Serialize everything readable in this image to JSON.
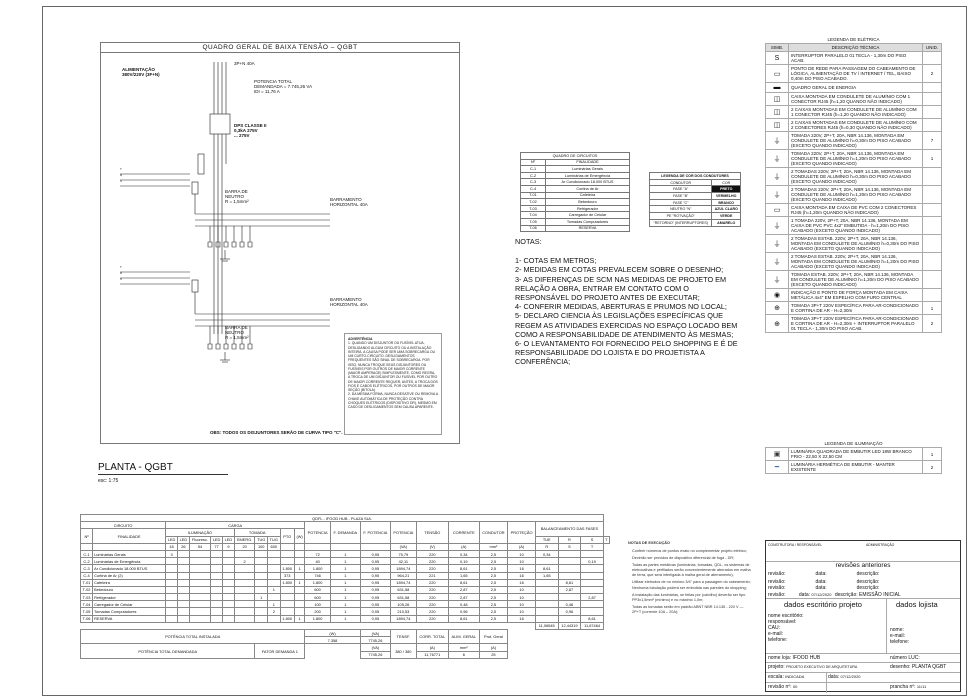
{
  "diagram": {
    "title": "QUADRO GERAL DE BAIXA TENSÃO – QGBT",
    "alim_label": "ALIMENTAÇÃO\n380V/220V (3F+N)",
    "potencia_label": "POTENCIA TOTAL\nDEMANDADA = 7.745,26 VA\nIDI = 11,76 A",
    "dps_label": "3P+N 40A",
    "disj_label": "DPS CLASSE II\n0,3kA 275V\n... 275V",
    "barra_neutro": "BARRA DE\nNEUTRO\nR = 1,5mm²",
    "barra_horiz": "BARRAMENTO\nHORIZONTAL 40A",
    "obs": "OBS: TODOS OS DISJUNTORES SERÃO DE CURVA TIPO \"C\".",
    "warning_title": "ADVERTÊNCIA",
    "warning_text": "1. QUANDO UM DISJUNTOR OU FUSÍVEL ATUA, DESLIGANDO ALGUM CIRCUITO OU A INSTALAÇÃO INTEIRA, A CAUSA PODE SER UMA SOBRECARGA OU UM CURTO-CIRCUITO. DESLIGAMENTOS FREQUENTES SÃO SINAL DE SOBRECARGA. POR ISSO, NUNCA TROQUE SEUS DISJUNTORES OU FUSÍVEIS POR OUTROS DE MAIOR CORRENTE (MAIOR AMPERAGE) SIMPLESMENTE. COMO REGRA, A TROCA DE UM DISJUNTOR OU FUSÍVEL POR OUTRO DE MAIOR CORRENTE REQUER, ANTES, A TROCA DOS FIOS E CABOS ELÉTRICOS, POR OUTROS DE MAIOR SEÇÃO (BITOLA).\n2. DA MESMA FORMA, NUNCA DESATIVE OU REMOVA A CHAVE AUTOMÁTICA DE PROTEÇÃO CONTRA CHOQUES ELÉTRICOS (DISPOSITIVO DR), MESMO EM CASO DE DESLIGAMENTOS SEM CAUSA APARENTE."
  },
  "planta": {
    "title": "PLANTA - QGBT",
    "escala": "esc: 1:75"
  },
  "quadro_circuitos": {
    "title": "QUADRO DE CIRCUITOS",
    "headers": [
      "Nº",
      "FINALIDADE"
    ],
    "rows": [
      [
        "C-1",
        "Luminárias Gerais"
      ],
      [
        "C-2",
        "Luminárias de Emergência"
      ],
      [
        "C-3",
        "Ar Condicionado 18.000 BTUS"
      ],
      [
        "C-4",
        "Cortina de Ar"
      ],
      [
        "T-01",
        "Cafeteira"
      ],
      [
        "T-02",
        "Bebedouro"
      ],
      [
        "T-03",
        "Refrigerador"
      ],
      [
        "T-04",
        "Carregador de Celular"
      ],
      [
        "T-05",
        "Tomadas Computadores"
      ],
      [
        "T-06",
        "RESERVA"
      ]
    ]
  },
  "legenda_condutores": {
    "title": "LEGENDA DE COR DOS CONDUTORES",
    "headers": [
      "CONDUTOR",
      "COR"
    ],
    "rows": [
      [
        "FASE \"A\"",
        "PRETO",
        "#111111",
        "#ffffff"
      ],
      [
        "FASE \"B\"",
        "VERMELHO",
        "#ffffff",
        "#111111"
      ],
      [
        "FASE \"C\"",
        "BRANCO",
        "#ffffff",
        "#111111"
      ],
      [
        "NEUTRO \"N\"",
        "AZUL CLARO",
        "#ffffff",
        "#111111"
      ],
      [
        "PE \"ROTVAÇÃO\"",
        "VERDE",
        "#ffffff",
        "#111111"
      ],
      [
        "\"RETORNO\" (INTERRUPTORES)",
        "AMARELO",
        "#ffffff",
        "#111111"
      ]
    ]
  },
  "notas": {
    "title": "NOTAS:",
    "items": [
      "1- COTAS EM METROS;",
      "2- MEDIDAS EM COTAS PREVALECEM SOBRE O DESENHO;",
      "3- AS DIFERENÇAS DE SCM NAS MEDIDAS DE PROJETO EM RELAÇÃO A OBRA, ENTRAR EM CONTATO COM O RESPONSÁVEL DO PROJETO ANTES DE EXECUTAR;",
      "4- CONFERIR MEDIDAS, ABERTURAS E PRUMOS NO LOCAL;",
      "5- DECLARO CIENCIA ÀS LEGISLAÇÕES ESPECÍFICAS QUE REGEM AS ATIVIDADES EXERCIDAS NO ESPAÇO LOCADO BEM COMO A RESPONSABILIDADE DE ATENDIMENTO ÀS MESMAS;",
      "6- O LEVANTAMENTO FOI FORNECIDO PELO SHOPPING E É DE RESPONSABILIDADE DO LOJISTA E DO PROJETISTA A CONFERÊNCIA;"
    ]
  },
  "legenda_eletrica": {
    "title": "LEGENDA DE ELÉTRICA",
    "headers": [
      "SIMB.",
      "DESCRIÇÃO TÉCNICA",
      "UNID."
    ],
    "rows": [
      [
        "S",
        "INTERRUPTOR PARALELO 01 TECLA - 1,30m DO PISO ACAB.",
        ""
      ],
      [
        "▭",
        "PONTO DE REDE PARA PASSAGEM DO CABEAMENTO DE LÓGICA, ALIMENTAÇÃO DE TV / INTERNET / TEL, BAIXO 0,40m DO PISO ACABADO.",
        "2"
      ],
      [
        "▬",
        "QUADRO GERAL DE ENERGIA",
        ""
      ],
      [
        "◫",
        "CAIXA MONTADA EM CONDULETE DE ALUMÍNIO COM 1 CONECTOR RJ45 (h=1,20 QUANDO NÃO INDICADO)",
        ""
      ],
      [
        "◫",
        "2 CAIXAS MONTADAS EM CONDULETE DE ALUMÍNIO COM 1 CONECTOR RJ45 (h=1,20 QUANDO NÃO INDICADO)",
        ""
      ],
      [
        "◫",
        "2 CAIXAS MONTADAS EM CONDULETE DE ALUMÍNIO COM 2 CONECTORES RJ45 (h=0,30 QUANDO NÃO INDICADO)",
        ""
      ],
      [
        "⏚",
        "TOMADA 220V, 2P+T, 20A, NBR 14.136, MONTADA EM CONDULETE DE ALUMÍNIO h=0,30m DO PISO ACABADO (EXCETO QUANDO INDICADO)",
        "7"
      ],
      [
        "⏚",
        "TOMADA 220V, 2P+T, 20A, NBR 14.136, MONTADA EM CONDULETE DE ALUMÍNIO h=1,20m DO PISO ACABADO (EXCETO QUANDO INDICADO)",
        "1"
      ],
      [
        "⏚",
        "2 TOMADAS 220V, 2P+T, 20A, NBR 14.136, MONTADA EM CONDULETE DE ALUMÍNIO h=0,30m DO PISO ACABADO (EXCETO QUANDO INDICADO)",
        ""
      ],
      [
        "⏚",
        "2 TOMADAS 220V, 2P+T, 20A, NBR 14.136, MONTADA EM CONDULETE DE ALUMÍNIO h=1,20m DO PISO ACABADO (EXCETO QUANDO INDICADO)",
        ""
      ],
      [
        "▭",
        "CAIXA MONTADA EM CAIXA DE PVC COM 2 CONECTORES RJ45 (h=1,20m QUANDO NÃO INDICADO)",
        ""
      ],
      [
        "⏚",
        "1 TOMADA 220V, 2P+T, 20A, NBR 14.136, MONTADA EM CAIXA DE PVC PVC 4x2\" EMBUTIDA - h=1,20m DO PISO ACABADO (EXCETO QUANDO INDICADO)",
        ""
      ],
      [
        "⏚",
        "2 TOMADAS ESTAB. 220V, 2P+T, 20A, NBR 14.136, MONTADA EM CONDULETE DE ALUMÍNIO h=0,30m DO PISO ACABADO (EXCETO QUANDO INDICADO)",
        ""
      ],
      [
        "⏚",
        "2 TOMADAS ESTAB. 220V, 2P+T, 20A, NBR 14.136, MONTADA EM CONDULETE DE ALUMÍNIO h=1,20m DO PISO ACABADO (EXCETO QUANDO INDICADO)",
        ""
      ],
      [
        "⏚",
        "TOMADA ESTAB. 220V, 2P+T, 20A, NBR 14.136, MONTADA EM CONDULETE DE ALUMÍNIO h=1,20m DO PISO ACABADO (EXCETO QUANDO INDICADO)",
        ""
      ],
      [
        "◉",
        "INDICAÇÃO E PONTO DE FORÇA MONTADA EM CAIXA METÁLICA 4x4\" EM ESPELHO COM FURO CENTRAL",
        ""
      ],
      [
        "⊕",
        "TOMADA 3P+T 220V ESPECÍFICA PARA AR-CONDICIONADO E CORTINA DE AR - H=2,30m",
        "1"
      ],
      [
        "⊕",
        "TOMADA 3P+T 220V ESPECÍFICA PARA AR-CONDICIONADO E CORTINA DE AR - H=2,30m + INTERRUPTOR PARALELO 01 TECLA - 1,30m DO PISO ACAB.",
        "2"
      ]
    ]
  },
  "legenda_iluminacao": {
    "title": "LEGENDA DE ILUMINAÇÃO",
    "rows": [
      [
        "▣",
        "LUMINÁRIA QUADRADA DE EMBUTIR LED 18W BRANCO FRIO - 22,50 X 22,50 CM",
        "1"
      ],
      [
        "━",
        "LUMINÁRIA HERMÉTICA DE EMBUTIR - MANTER EXISTENTE",
        "2"
      ]
    ]
  },
  "quadro_cargas": {
    "title": "QDFL - IFOOD HUB - PLAZA SUL",
    "h_circuito": "CIRCUITO",
    "h_carga": "CARGA",
    "h_iluminacao": "ILUMINAÇÃO",
    "h_tomada": "TOMADA",
    "h_n": "Nº",
    "h_finalidade": "FINALIDADE",
    "h_sub": [
      "LED",
      "LED",
      "Fluoresc.",
      "LED",
      "LED",
      "EMERG.",
      "TUG",
      "TUG",
      "TUE"
    ],
    "h_w": [
      "18",
      "26",
      "54",
      "77",
      "9",
      "20",
      "100",
      "600"
    ],
    "h_pto": "PTO",
    "h_potencia": "POTENCIA",
    "h_fdem": "F. DEMANDA",
    "h_fpot": "F. POTENCIA",
    "h_pot2": "POTENCIA",
    "h_tensao": "TENSÃO",
    "h_corrente": "CORRENTE",
    "h_condutor": "CONDUTOR",
    "h_protecao": "PROTEÇÃO",
    "h_balanc": "BALANCEAMENTO DAS FASES",
    "h_units": [
      "(W)",
      "",
      "",
      "(VA)",
      "(V)",
      "(A)",
      "mm²",
      "(A)",
      "R",
      "S",
      "T"
    ],
    "rows": [
      [
        "C-1",
        "Luminárias Gerais",
        "3",
        "",
        "",
        "",
        "",
        "",
        "",
        "",
        "",
        "",
        "72",
        "1",
        "0,95",
        "75,79",
        "220",
        "0,34",
        "2,5",
        "10",
        "0,34",
        "",
        ""
      ],
      [
        "C-2",
        "Luminárias de Emergência",
        "",
        "",
        "",
        "",
        "",
        "2",
        "",
        "",
        "",
        "",
        "40",
        "1",
        "0,95",
        "42,11",
        "220",
        "0,19",
        "2,5",
        "10",
        "",
        "",
        "0,19"
      ],
      [
        "C-3",
        "Ar Condicionado 18.000 BTUS",
        "",
        "",
        "",
        "",
        "",
        "",
        "",
        "",
        "1.800",
        "1",
        "1.800",
        "1",
        "0,95",
        "1894,74",
        "220",
        "8,61",
        "2,5",
        "16",
        "8,61",
        "",
        ""
      ],
      [
        "C-4",
        "Cortina de Ar (2)",
        "",
        "",
        "",
        "",
        "",
        "",
        "",
        "",
        "373",
        "",
        "746",
        "1",
        "0,95",
        "964,21",
        "221",
        "1,65",
        "2,5",
        "16",
        "1,65",
        "",
        ""
      ],
      [
        "T-01",
        "Cafeteira",
        "",
        "",
        "",
        "",
        "",
        "",
        "",
        "",
        "1.800",
        "1",
        "1.800",
        "1",
        "0,95",
        "1894,74",
        "220",
        "8,61",
        "2,5",
        "16",
        "",
        "8,61",
        ""
      ],
      [
        "T-02",
        "Bebedouro",
        "",
        "",
        "",
        "",
        "",
        "",
        "",
        "1",
        "",
        "",
        "600",
        "1",
        "0,95",
        "631,58",
        "220",
        "2,87",
        "2,5",
        "10",
        "",
        "2,87",
        ""
      ],
      [
        "T-03",
        "Refrigerador",
        "",
        "",
        "",
        "",
        "",
        "",
        "1",
        "",
        "",
        "",
        "600",
        "1",
        "0,95",
        "631,58",
        "220",
        "2,87",
        "2,5",
        "10",
        "",
        "",
        "2,87"
      ],
      [
        "T-04",
        "Carregador de Celular",
        "",
        "",
        "",
        "",
        "",
        "",
        "",
        "1",
        "",
        "",
        "100",
        "1",
        "0,95",
        "105,26",
        "220",
        "0,48",
        "2,5",
        "10",
        "",
        "0,48",
        ""
      ],
      [
        "T-05",
        "Tomadas Computadores",
        "",
        "",
        "",
        "",
        "",
        "",
        "",
        "2",
        "",
        "",
        "200",
        "1",
        "0,95",
        "210,53",
        "220",
        "0,96",
        "2,5",
        "10",
        "",
        "0,96",
        ""
      ],
      [
        "T-06",
        "RESERVA",
        "",
        "",
        "",
        "",
        "",
        "",
        "",
        "",
        "1.800",
        "1",
        "1.800",
        "1",
        "0,95",
        "1894,74",
        "220",
        "8,61",
        "2,5",
        "16",
        "",
        "",
        "8,61"
      ]
    ],
    "totals_balance": [
      "11,06545",
      "12,44319",
      "11,67464"
    ],
    "pot_inst_label": "POTÊNCIA TOTAL INSTALADA",
    "pot_dem_label": "POTÊNCIA TOTAL DEMANDADA",
    "fator_label": "FATOR DEMANDA 1",
    "sum_w_label": "(W)",
    "sum_w": "7.358",
    "sum_va_label": "(VA)",
    "sum_va": "7745,26",
    "sum_va2": "7745,26",
    "tensf_label": "TENSF.",
    "tensf": "380 / 380",
    "corr_label": "CORR. TOTAL",
    "corr_unit": "(A)",
    "corr": "11,76771",
    "alim_label": "ALIM. GERAL",
    "alim_unit": "mm²",
    "alim": "6",
    "prot_label": "Prot. Geral",
    "prot_unit": "(A)",
    "prot": "25"
  },
  "execucao": {
    "title": "NOTAS DE EXECUÇÃO",
    "items": [
      "Conferir números de pontos exato no complementar projeto elétrico;",
      "Deverão ser providos de dispositivo diferencial de fuga - DR;",
      "Todas as partes metálicas (luminárias, tomadas, QDL, os sistemas de eletrocalhas e perfilados serão convenientemente aterrados em malha de terra, que será interligada à malha geral de aterramento);",
      "Utilizar eletrodos de no mínimo 3/4\" para a passagem do cabeamento;",
      "Nenhuma tubulação poderá ser embutida nas paredes do shopping;",
      "A instalação das luminárias, se feitas por (caixilho) deverão ser tipo PP3x1,5mm² (mínimo) e no máximo 1,0m;",
      "Todas as tomadas serão em padrão ABNT NBR 14.136 - 220 V — 2P+T (corrente 10A – 20A);"
    ]
  },
  "carimbo": {
    "top_left": "CONSTRUTORA / RESPONSÁVEL",
    "top_right": "ADMINISTRAÇÃO",
    "revisoes_title": "revisões anteriores",
    "rev_label": "revisão:",
    "data_label": "data:",
    "desc_label": "descrição:",
    "rev_last_data": "07/12/2020",
    "rev_last_desc": "EMISSÃO INICIAL",
    "escritorio_title": "dados escritório projeto",
    "lojista_title": "dados lojista",
    "nome_escritorio": "nome escritório:",
    "responsavel": "responsável:",
    "cau": "CAU:",
    "email": "e-mail:",
    "telefone": "telefone:",
    "nome": "nome:",
    "email2": "e-mail:",
    "telefone2": "telefone:",
    "loja_label": "nome loja:",
    "loja": "IFOOD HUB",
    "numero_label": "número LUC:",
    "projeto_label": "projeto:",
    "projeto": "PROJETO EXECUTIVO DE ARQUITETURA",
    "desenho_label": "desenho:",
    "desenho": "PLANTA QGBT",
    "escala_label": "escala:",
    "escala": "INDICADA",
    "data2_label": "data:",
    "data2": "07/12/2020",
    "revisao_label": "revisão nº:",
    "revisao": "00",
    "prancha_label": "prancha nº:",
    "prancha": "11/11"
  }
}
